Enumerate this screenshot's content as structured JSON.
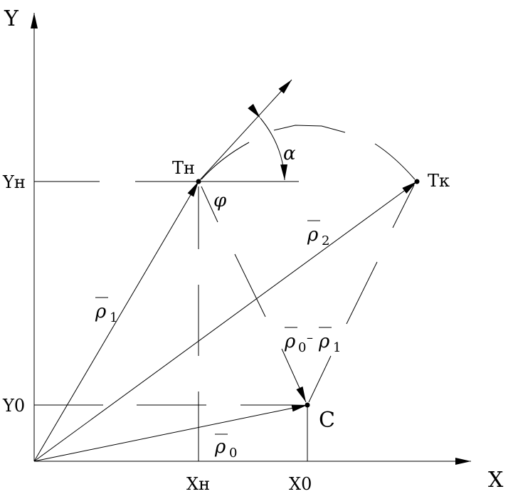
{
  "axes": {
    "x_label": "X",
    "y_label": "Y"
  },
  "points": {
    "start": "Tн",
    "end": "Tк",
    "center": "C"
  },
  "ticks": {
    "y_start": "Yн",
    "y_center": "Y0",
    "x_start": "Xн",
    "x_center": "X0"
  },
  "angles": {
    "alpha": "α",
    "phi": "φ"
  },
  "vectors": {
    "rho1": {
      "symbol": "ρ",
      "sub": "1"
    },
    "rho2": {
      "symbol": "ρ",
      "sub": "2"
    },
    "rho0": {
      "symbol": "ρ",
      "sub": "0"
    },
    "diff": {
      "left_symbol": "ρ",
      "left_sub": "0",
      "minus": "–",
      "right_symbol": "ρ",
      "right_sub": "1"
    }
  },
  "colors": {
    "ink": "#000000",
    "background": "#ffffff"
  }
}
